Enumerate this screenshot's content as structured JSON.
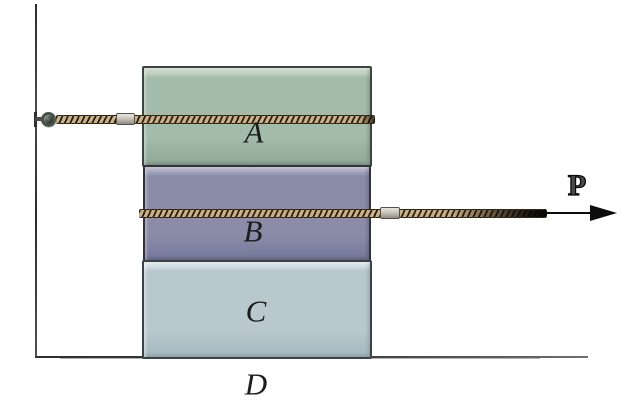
{
  "diagram": {
    "blocks": [
      {
        "label": "A"
      },
      {
        "label": "B"
      },
      {
        "label": "C"
      }
    ],
    "labels": {
      "force": "P",
      "base": "D"
    },
    "colors": {
      "background": "#ffffff",
      "block_a_fill": "#a3bba9",
      "block_a_light": "#c3d4c3",
      "block_a_dark": "#8fa896",
      "block_a_edge": "#3c463e",
      "block_b_fill": "#8b8da8",
      "block_b_light": "#aaacc3",
      "block_b_dark": "#75779a",
      "block_b_edge": "#32323f",
      "block_c_fill": "#b9c8cd",
      "block_c_light": "#d5e0e3",
      "block_c_dark": "#a4b8bf",
      "block_c_edge": "#39434a",
      "rope_base": "#c9b185",
      "rope_stripe": "#2a2015",
      "ferrule_fill": "#c9c6bd",
      "ferrule_edge": "#55504a",
      "eyebolt_ring": "#45544a",
      "arrow_color": "#0c0c0c",
      "label_color": "#1c1c1c"
    }
  }
}
